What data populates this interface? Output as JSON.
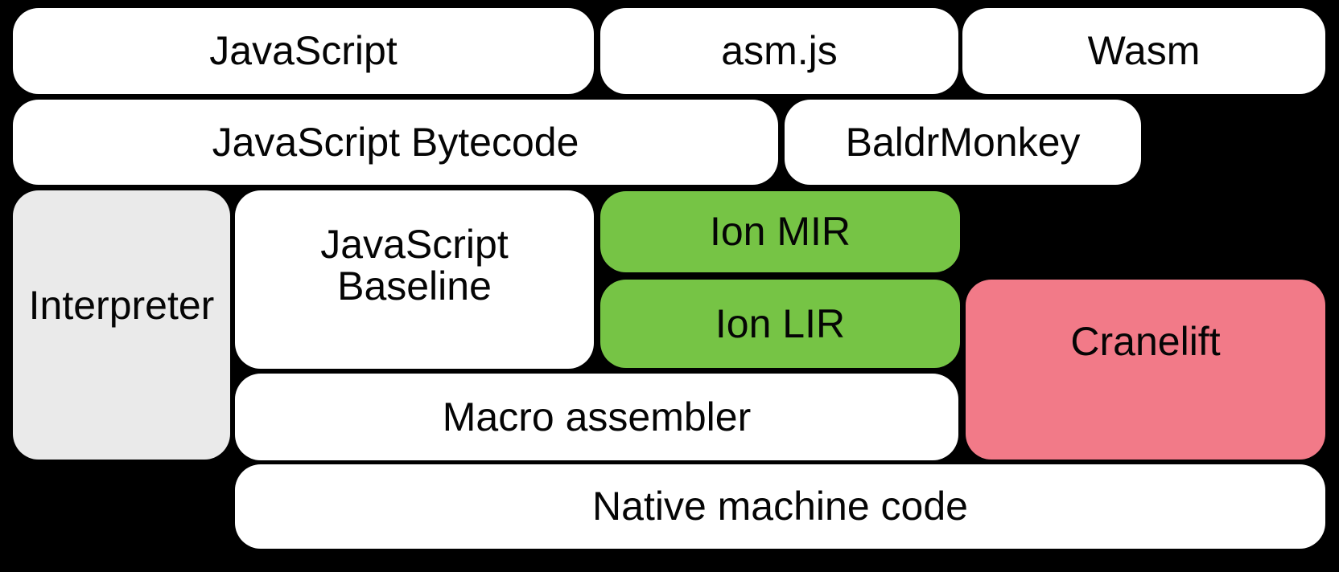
{
  "diagram": {
    "background_color": "#000000",
    "text_color": "#050505",
    "colors": {
      "default_box": "#FFFFFF",
      "interpreter_box": "#EAEAEA",
      "ion_box": "#76C445",
      "cranelift_box": "#F27A88"
    },
    "boxes": {
      "javascript": {
        "label": "JavaScript",
        "color": "#FFFFFF"
      },
      "asmjs": {
        "label": "asm.js",
        "color": "#FFFFFF"
      },
      "wasm": {
        "label": "Wasm",
        "color": "#FFFFFF"
      },
      "javascript_bytecode": {
        "label": "JavaScript Bytecode",
        "color": "#FFFFFF"
      },
      "baldrmonkey": {
        "label": "BaldrMonkey",
        "color": "#FFFFFF"
      },
      "interpreter": {
        "label": "Interpreter",
        "color": "#EAEAEA"
      },
      "javascript_baseline": {
        "label": "JavaScript Baseline",
        "color": "#FFFFFF"
      },
      "ion_mir": {
        "label": "Ion MIR",
        "color": "#76C445"
      },
      "ion_lir": {
        "label": "Ion LIR",
        "color": "#76C445"
      },
      "cranelift": {
        "label": "Cranelift",
        "color": "#F27A88"
      },
      "macro_assembler": {
        "label": "Macro assembler",
        "color": "#FFFFFF"
      },
      "native_machine_code": {
        "label": "Native machine code",
        "color": "#FFFFFF"
      }
    }
  }
}
